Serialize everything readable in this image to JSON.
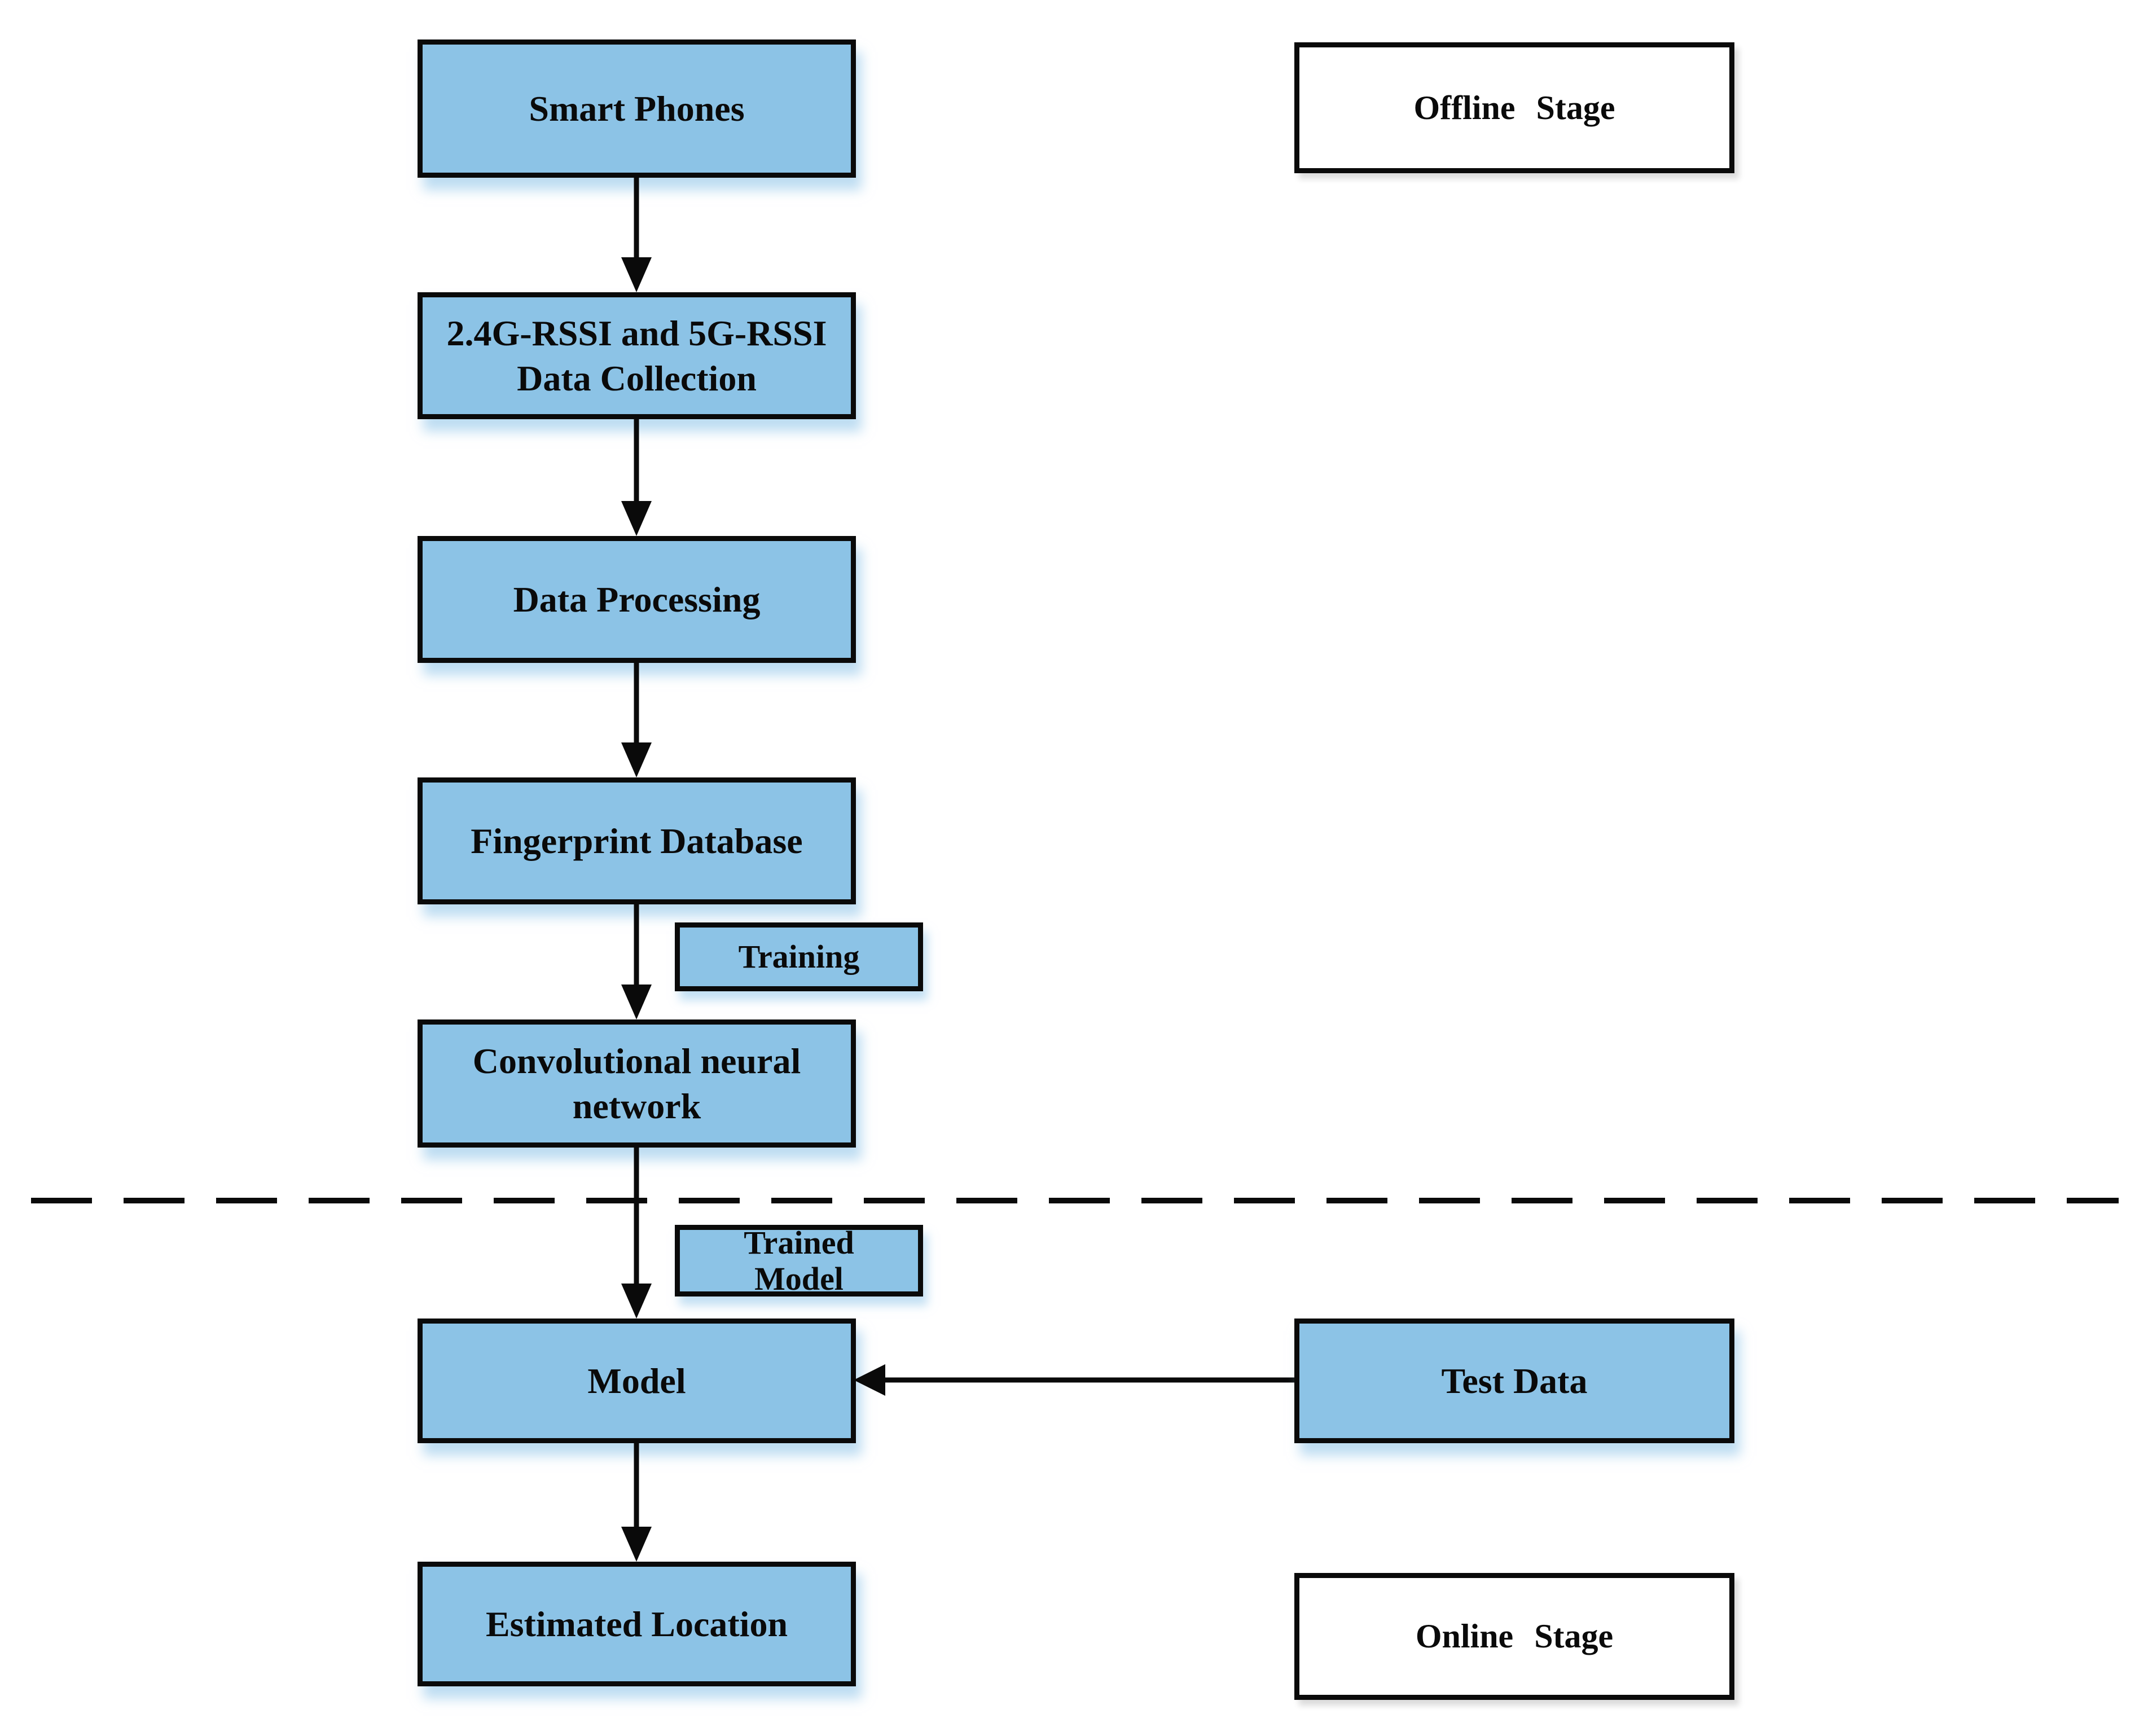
{
  "diagram": {
    "nodes": {
      "smart_phones": "Smart Phones",
      "data_collection": "2.4G-RSSI and 5G-RSSI\nData Collection",
      "data_processing": "Data Processing",
      "fingerprint_database": "Fingerprint Database",
      "training": "Training",
      "cnn": "Convolutional neural\nnetwork",
      "trained_model": "Trained\nModel",
      "model": "Model",
      "test_data": "Test Data",
      "estimated_location": "Estimated Location"
    },
    "stages": {
      "offline": "Offline Stage",
      "online": "Online Stage"
    },
    "colors": {
      "node_fill": "#8CC3E6",
      "node_border": "#0a0a0a",
      "stage_fill": "#ffffff",
      "connector": "#0a0a0a",
      "background": "#ffffff"
    }
  }
}
